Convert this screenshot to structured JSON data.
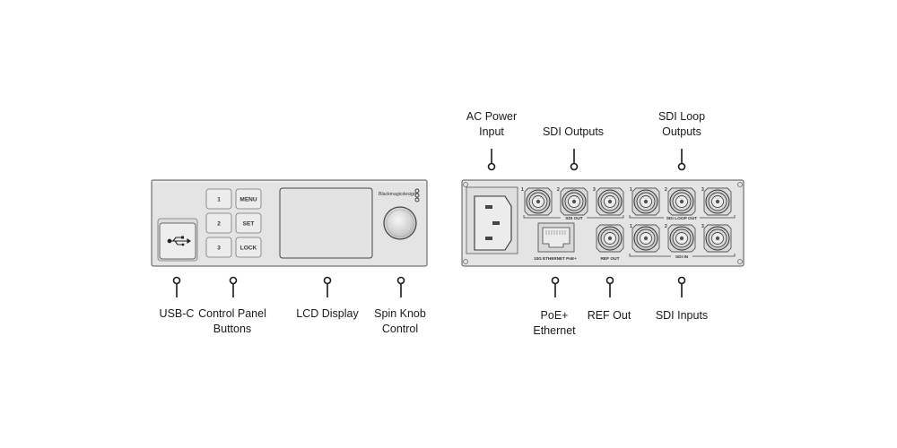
{
  "front_panel": {
    "brand": "Blackmagicdesign",
    "buttons": [
      "1",
      "MENU",
      "2",
      "SET",
      "3",
      "LOCK"
    ],
    "callouts": {
      "usb": [
        "USB-C"
      ],
      "buttons": [
        "Control Panel",
        "Buttons"
      ],
      "lcd": [
        "LCD Display"
      ],
      "knob": [
        "Spin Knob",
        "Control"
      ]
    }
  },
  "rear_panel": {
    "port_numbers": [
      "1",
      "2",
      "3",
      "1",
      "2",
      "3",
      "1",
      "2",
      "3"
    ],
    "labels": {
      "sdi_out": "SDI OUT",
      "sdi_loop_out": "SDI LOOP OUT",
      "ethernet": "10G ETHERNET PoE+",
      "ref_out": "REF OUT",
      "sdi_in": "SDI IN"
    },
    "callouts": {
      "ac_power": [
        "AC Power",
        "Input"
      ],
      "sdi_outputs": [
        "SDI Outputs"
      ],
      "sdi_loop_outputs": [
        "SDI Loop",
        "Outputs"
      ],
      "poe_ethernet": [
        "PoE+",
        "Ethernet"
      ],
      "ref_out": [
        "REF Out"
      ],
      "sdi_inputs": [
        "SDI Inputs"
      ]
    }
  },
  "colors": {
    "panel": "#e4e4e4",
    "panel_stroke": "#555555",
    "line": "#1a1a1a"
  }
}
